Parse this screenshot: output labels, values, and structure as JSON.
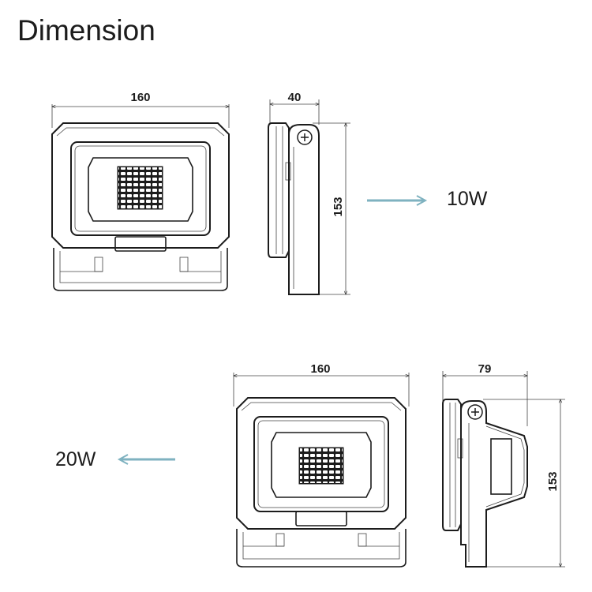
{
  "title": "Dimension",
  "variants": [
    {
      "power": "10W",
      "width": "160",
      "depth": "40",
      "height": "153",
      "arrow_color": "#7fb2c0"
    },
    {
      "power": "20W",
      "width": "160",
      "depth": "79",
      "height": "153",
      "arrow_color": "#7fb2c0"
    }
  ]
}
